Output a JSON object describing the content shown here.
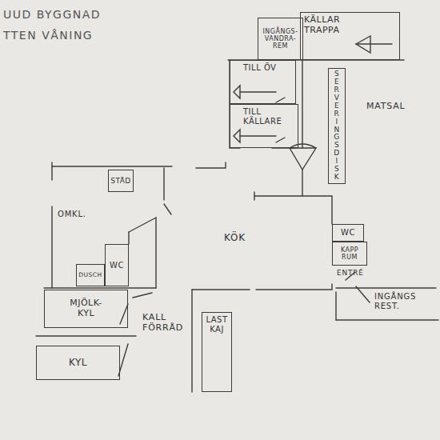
{
  "diagram": {
    "title": "UUD BYGGNAD",
    "nodes": [
      {
        "text": [
          "INGÅNGS- VANDRA- REM"
        ]
      },
      {
        "text": [
          "KÄLLAR TRAPPA"
        ]
      },
      {
        "text": [
          "TILL ÖV"
        ]
      },
      {
        "text": [
          "TILL KÄLLARE"
        ]
      },
      {
        "text": [
          "SERVERINGSDISK"
        ]
      },
      {
        "text": [
          "STÄD"
        ]
      },
      {
        "text": [
          "DUSCH"
        ]
      },
      {
        "text": [
          "WC"
        ]
      },
      {
        "text": [
          "WC"
        ]
      },
      {
        "text": [
          "KAPP RUM"
        ]
      },
      {
        "text": [
          "MJÖLK- KYL"
        ]
      },
      {
        "text": [
          "KYL"
        ]
      },
      {
        "text": [
          "LAST KAJ"
        ]
      }
    ],
    "labels": [
      "TTEN VÅNING",
      "MATSAL",
      "OMKL.",
      "KÖK",
      "ENTRÉ",
      "KALL FÖRRÅD",
      "INGÅNGS REST."
    ]
  }
}
